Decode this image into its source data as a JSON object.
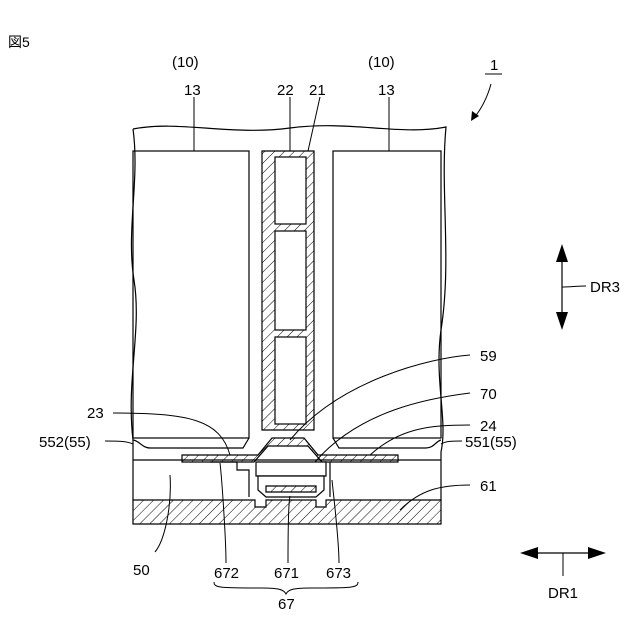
{
  "figure_title": "図5",
  "labels": {
    "ref_10_left": "(10)",
    "ref_10_right": "(10)",
    "ref_13_left": "13",
    "ref_13_right": "13",
    "ref_22": "22",
    "ref_21": "21",
    "ref_1": "1",
    "ref_59": "59",
    "ref_70": "70",
    "ref_23": "23",
    "ref_24": "24",
    "ref_552": "552(55)",
    "ref_551": "551(55)",
    "ref_61": "61",
    "ref_50": "50",
    "ref_672": "672",
    "ref_671": "671",
    "ref_673": "673",
    "ref_67": "67"
  },
  "directions": {
    "vertical": "DR3",
    "horizontal": "DR1"
  }
}
